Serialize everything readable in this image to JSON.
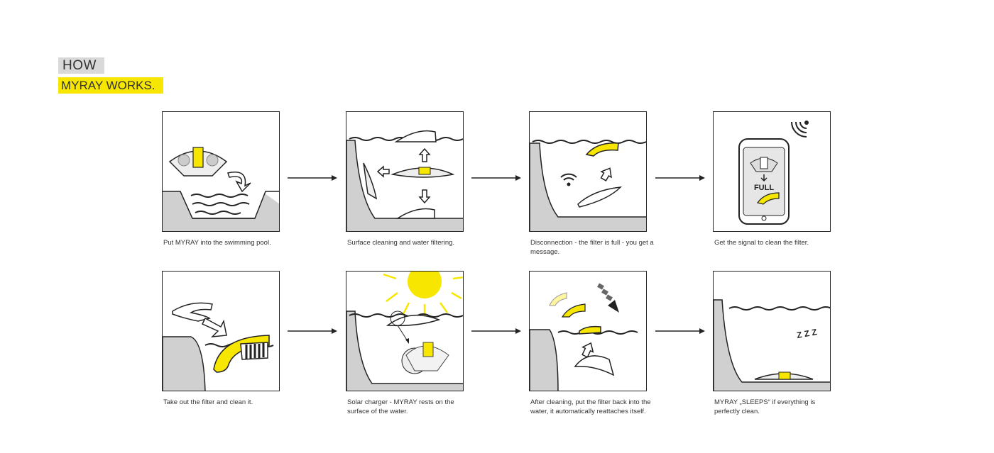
{
  "title": {
    "line1": "HOW",
    "line2": "MYRAY WORKS."
  },
  "colors": {
    "accent": "#f7e600",
    "gray": "#d0d0d0",
    "ink": "#222222"
  },
  "steps": [
    {
      "caption": "Put MYRAY into the swimming pool."
    },
    {
      "caption": "Surface cleaning and water filtering."
    },
    {
      "caption": "Disconnection - the filter is full - you get a message."
    },
    {
      "caption": "Get the signal to clean the filter.",
      "phone_label": "FULL"
    },
    {
      "caption": "Take out the filter and clean it."
    },
    {
      "caption": "Solar charger - MYRAY rests on the surface of the water."
    },
    {
      "caption": "After cleaning, put the filter back into the water, it automatically reattaches itself."
    },
    {
      "caption": "MYRAY „SLEEPS“ if everything is perfectly clean.",
      "zz_label": "Z Z Z"
    }
  ]
}
